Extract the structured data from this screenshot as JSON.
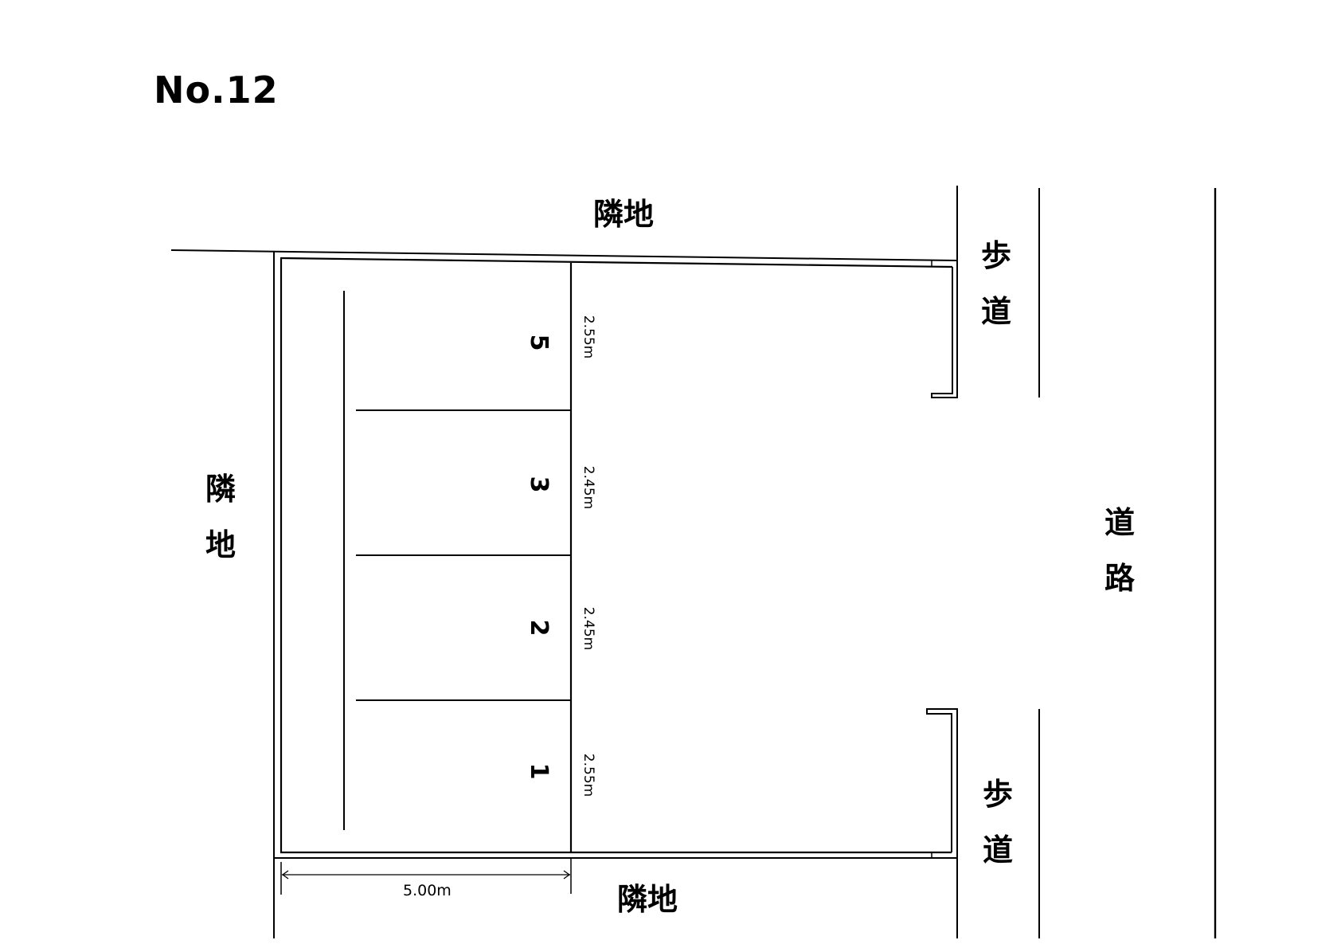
{
  "title": "No.12",
  "labels": {
    "neighbor_top": "隣地",
    "neighbor_bottom": "隣地",
    "neighbor_left": [
      "隣",
      "地"
    ],
    "sidewalk_top": [
      "歩",
      "道"
    ],
    "sidewalk_bottom": [
      "歩",
      "道"
    ],
    "road": [
      "道",
      "路"
    ]
  },
  "stalls": [
    {
      "number": "5",
      "width": "2.55m"
    },
    {
      "number": "3",
      "width": "2.45m"
    },
    {
      "number": "2",
      "width": "2.45m"
    },
    {
      "number": "1",
      "width": "2.55m"
    }
  ],
  "depth_dimension": "5.00m"
}
